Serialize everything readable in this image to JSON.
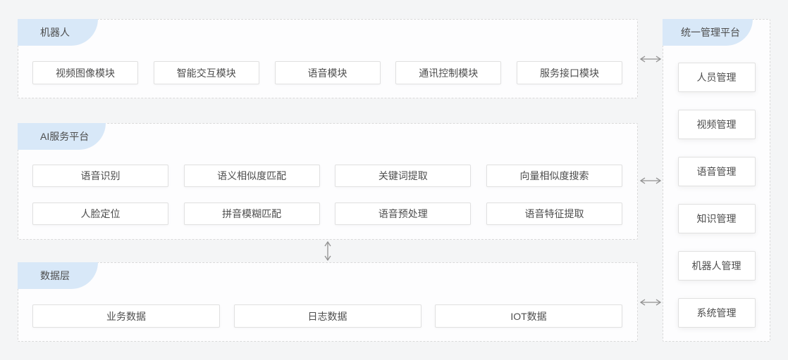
{
  "sections": {
    "robot": {
      "label": "机器人",
      "modules": [
        "视频图像模块",
        "智能交互模块",
        "语音模块",
        "通讯控制模块",
        "服务接口模块"
      ]
    },
    "ai": {
      "label": "AI服务平台",
      "rows": [
        [
          "语音识别",
          "语义相似度匹配",
          "关键词提取",
          "向量相似度搜索"
        ],
        [
          "人脸定位",
          "拼音模糊匹配",
          "语音预处理",
          "语音特征提取"
        ]
      ]
    },
    "data": {
      "label": "数据层",
      "modules": [
        "业务数据",
        "日志数据",
        "IOT数据"
      ]
    },
    "management": {
      "label": "统一管理平台",
      "modules": [
        "人员管理",
        "视频管理",
        "语音管理",
        "知识管理",
        "机器人管理",
        "系统管理"
      ]
    }
  },
  "colors": {
    "page_bg": "#f4f5f6",
    "section_bg": "#fdfdfe",
    "section_border": "#d9d9d9",
    "badge_bg": "#d8e8f8",
    "box_bg": "#ffffff",
    "box_border": "#e0e0e0",
    "text": "#4c4c4c",
    "arrow": "#919191"
  }
}
